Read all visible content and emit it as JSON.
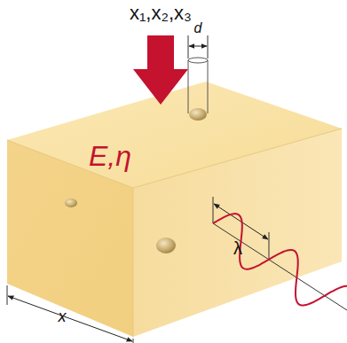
{
  "diagram": {
    "labels": [
      "x₁,x₂,x₃",
      "E,η",
      "d",
      "λ",
      "x"
    ]
  }
}
